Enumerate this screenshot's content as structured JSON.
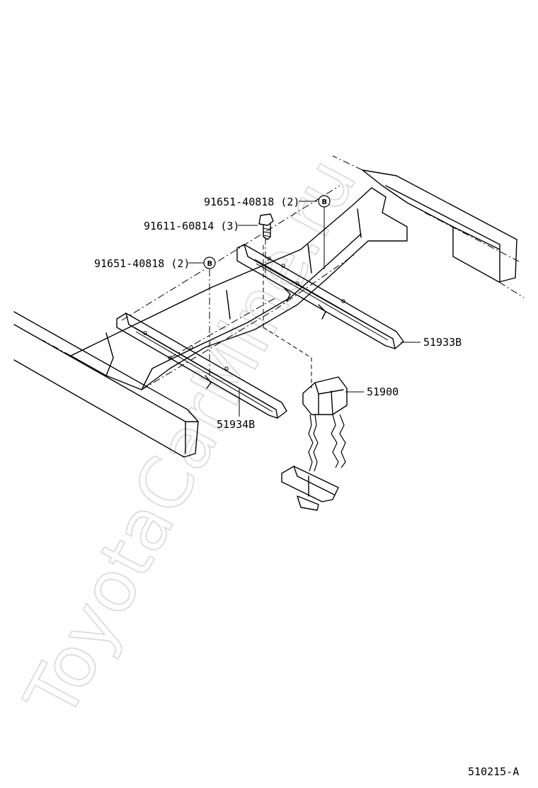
{
  "watermark": "ToyotaCarMine.ru",
  "diagram_code": "510215-A",
  "callouts": {
    "bolt_b_top": {
      "label": "91651-40818 (2)",
      "marker": "B"
    },
    "screw": {
      "label": "91611-60814 (3)"
    },
    "bolt_b_left": {
      "label": "91651-40818 (2)",
      "marker": "B"
    },
    "crossmember_rear": {
      "label": "51933B"
    },
    "carrier": {
      "label": "51900"
    },
    "crossmember_front": {
      "label": "51934B"
    }
  },
  "colors": {
    "line": "#000000",
    "watermark": "#d8d8d8",
    "background": "#ffffff"
  }
}
